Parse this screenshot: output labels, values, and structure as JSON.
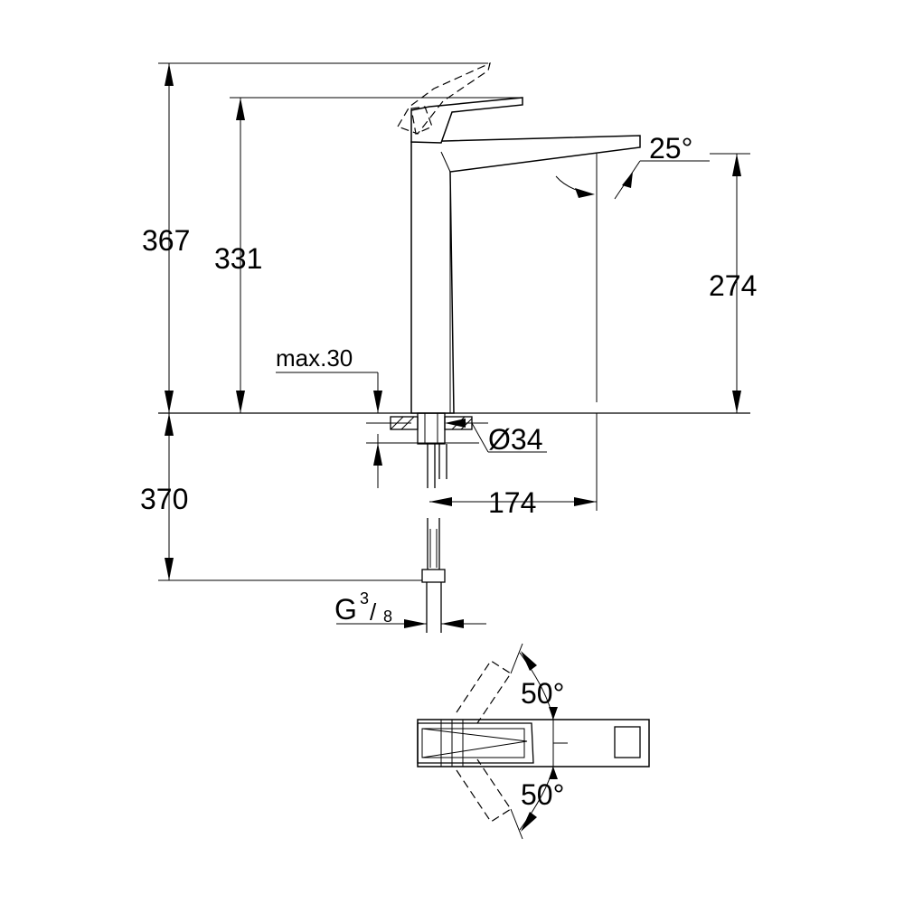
{
  "dimensions": {
    "total_height": "367",
    "lever_height": "331",
    "spout_height": "274",
    "spout_angle": "25°",
    "max_thickness": "max.30",
    "hole_diameter": "Ø34",
    "spout_reach": "174",
    "hose_length": "370",
    "thread_label": "G",
    "thread_num": "3",
    "thread_den": "8",
    "swivel_angle_top": "50°",
    "swivel_angle_bottom": "50°"
  }
}
